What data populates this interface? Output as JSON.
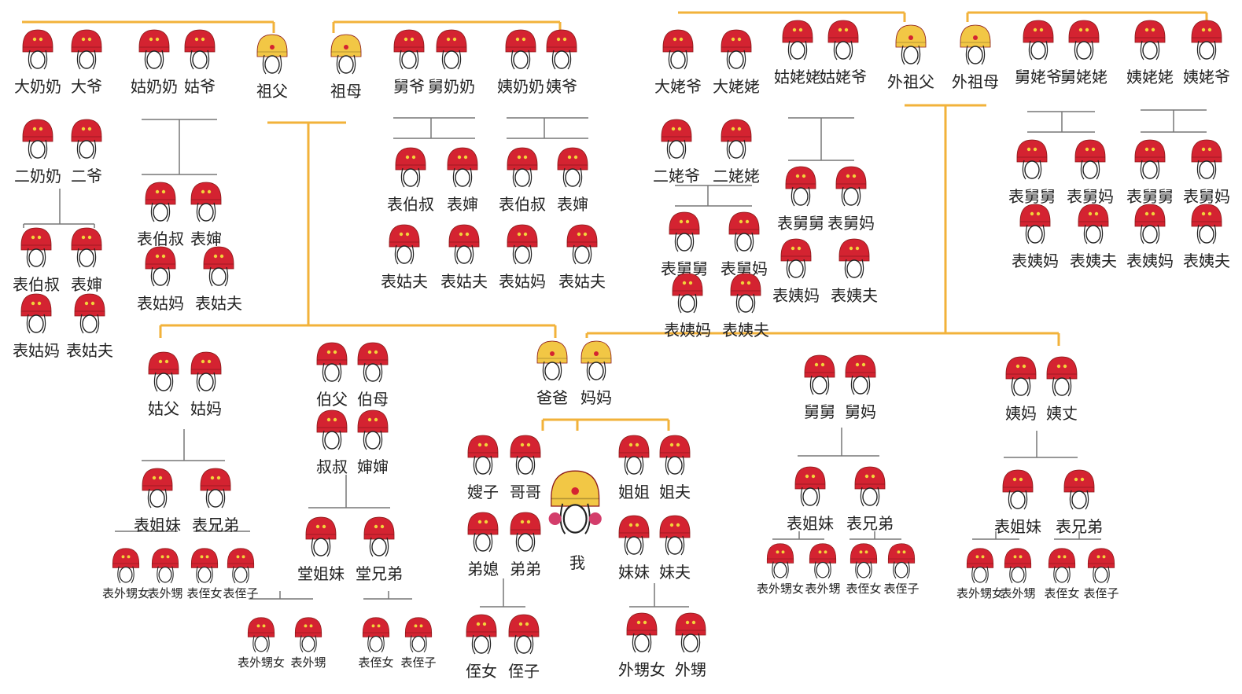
{
  "colors": {
    "hat_red": "#d42331",
    "hat_gold": "#f2c745",
    "line_orange": "#f2b23a",
    "line_gray": "#777777"
  },
  "labels": {
    "dananai": "大奶奶",
    "daye": "大爷",
    "gunainai": "姑奶奶",
    "guye": "姑爷",
    "zufu": "祖父",
    "zumu": "祖母",
    "jiuye": "舅爷",
    "jiunainai": "舅奶奶",
    "yinainai": "姨奶奶",
    "yiye": "姨爷",
    "ernainai": "二奶奶",
    "erye": "二爷",
    "biaobaishu": "表伯叔",
    "biaoshen": "表婶",
    "biaoguma": "表姑妈",
    "biaogufu": "表姑夫",
    "dalaoye": "大姥爷",
    "dalaolao": "大姥姥",
    "gulaolao": "姑姥姥",
    "gulaoye": "姑姥爷",
    "waizufu": "外祖父",
    "waizumu": "外祖母",
    "jiulaoye": "舅姥爷",
    "jiulaolao": "舅姥姥",
    "yilaolao": "姨姥姥",
    "yilaoye": "姨姥爷",
    "erlaoye": "二姥爷",
    "erlaolao": "二姥姥",
    "biaojiujiu": "表舅舅",
    "biaojiuma": "表舅妈",
    "biaoyima": "表姨妈",
    "biaoyifu": "表姨夫",
    "gufu": "姑父",
    "guma": "姑妈",
    "bofu": "伯父",
    "bomu": "伯母",
    "shushu": "叔叔",
    "shenshen": "婶婶",
    "baba": "爸爸",
    "mama": "妈妈",
    "jiujiu": "舅舅",
    "jiuma": "舅妈",
    "yima": "姨妈",
    "yizhang": "姨丈",
    "biaojiemei": "表姐妹",
    "biaoxiongdi": "表兄弟",
    "tangjiemei": "堂姐妹",
    "tangxiongdi": "堂兄弟",
    "saozi": "嫂子",
    "gege": "哥哥",
    "jiejie": "姐姐",
    "jiefu": "姐夫",
    "dixi": "弟媳",
    "didi": "弟弟",
    "wo": "我",
    "meimei": "妹妹",
    "meifu": "妹夫",
    "zhinv": "侄女",
    "zhizi": "侄子",
    "waishengnv": "外甥女",
    "waisheng": "外甥",
    "biaowaishengnv": "表外甥女",
    "biaowaisheng": "表外甥",
    "biaozhinv": "表侄女",
    "biaozhizi": "表侄子"
  }
}
